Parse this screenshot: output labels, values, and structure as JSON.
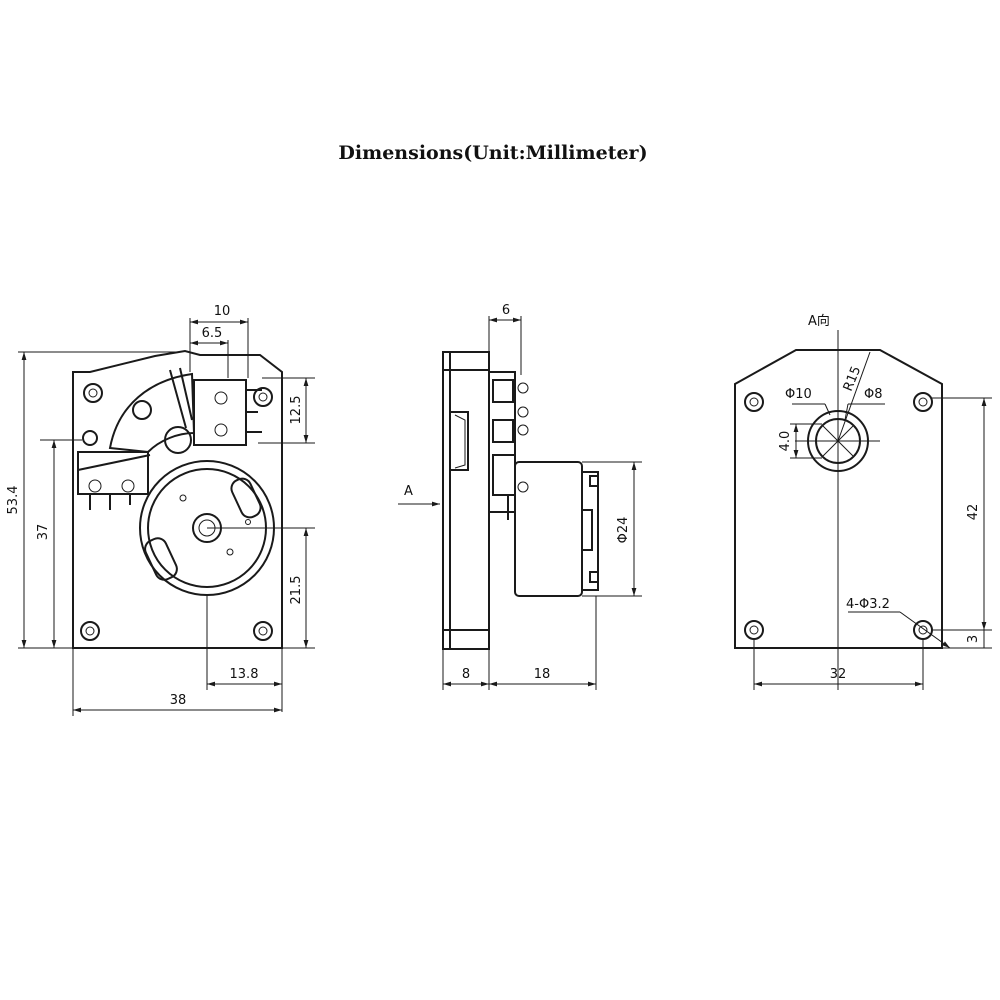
{
  "title": "Dimensions(Unit:Millimeter)",
  "front_view": {
    "dim_top_outer": "10",
    "dim_top_inner": "6.5",
    "dim_height_total": "53.4",
    "dim_height_mid": "37",
    "dim_right_top": "12.5",
    "dim_right_bottom": "21.5",
    "dim_bottom_offset": "13.8",
    "dim_width": "38"
  },
  "side_view": {
    "dim_top": "6",
    "view_arrow": "A",
    "dim_diameter": "Φ24",
    "dim_bottom_left": "8",
    "dim_bottom_right": "18"
  },
  "back_view": {
    "view_label": "A向",
    "dim_radius": "R15",
    "dim_outer_dia": "Φ10",
    "dim_inner_dia": "Φ8",
    "dim_flat": "4.0",
    "dim_height": "42",
    "dim_holes": "4-Φ3.2",
    "dim_edge": "3",
    "dim_width": "32"
  }
}
